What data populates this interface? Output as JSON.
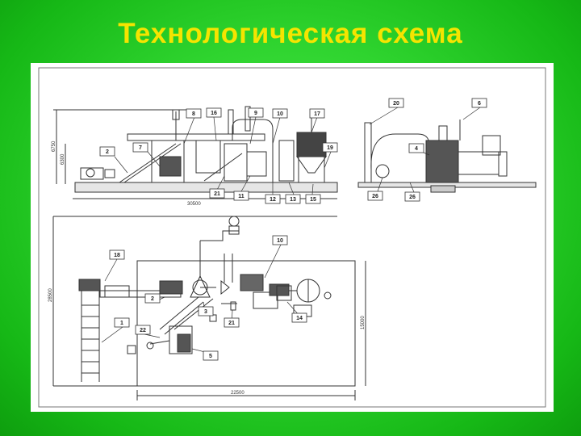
{
  "title": "Технологическая схема",
  "drawing": {
    "callouts_side_view": [
      "8",
      "16",
      "9",
      "10",
      "17",
      "2",
      "7",
      "19",
      "21",
      "11",
      "12",
      "13",
      "15"
    ],
    "callouts_end_view": [
      "20",
      "6",
      "4",
      "26",
      "26"
    ],
    "callouts_plan_view": [
      "18",
      "10",
      "2",
      "3",
      "1",
      "22",
      "21",
      "14",
      "5"
    ],
    "dims": {
      "side_length": "30500",
      "side_height_1": "6750",
      "side_height_2": "6300",
      "plan_length": "22500",
      "plan_height_1": "28500",
      "plan_height_2": "15000"
    }
  }
}
